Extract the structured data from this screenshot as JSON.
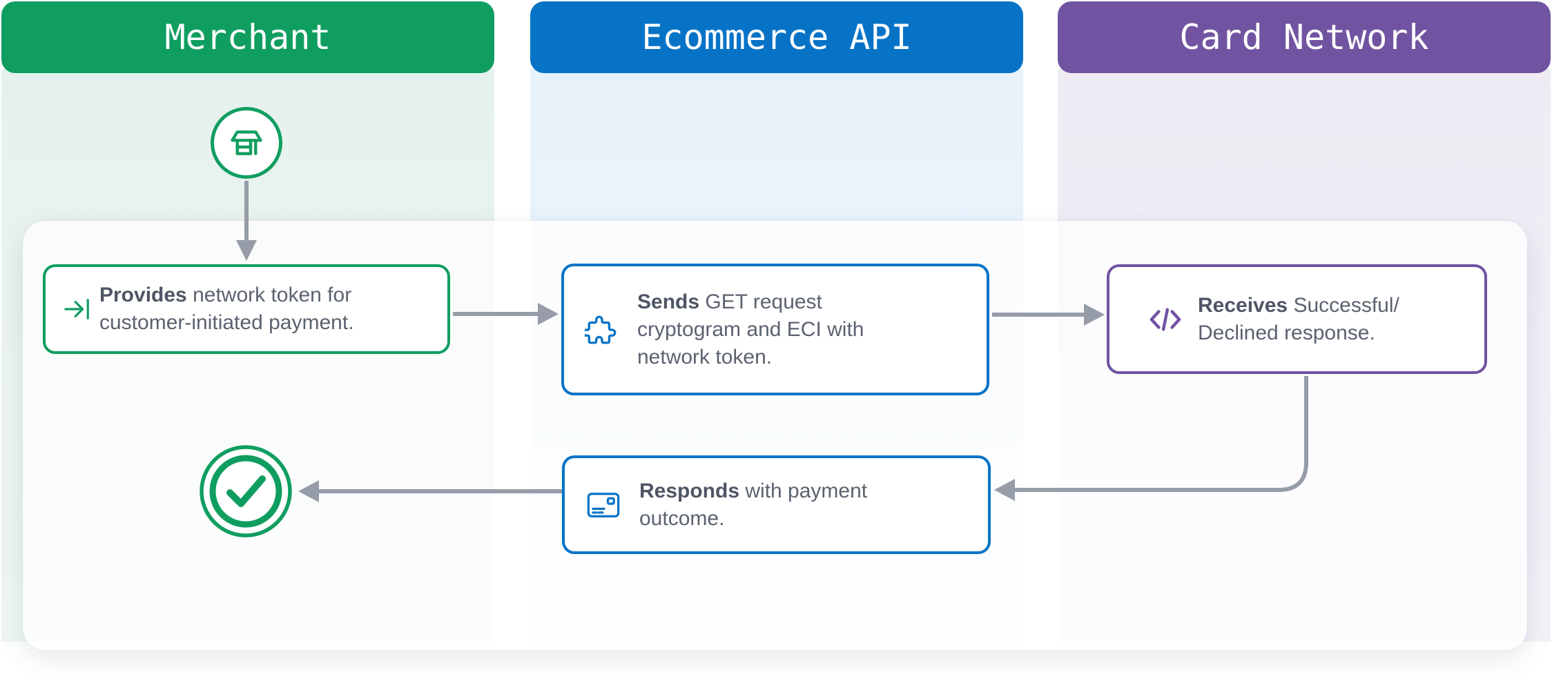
{
  "title": "Network token payment flow diagram",
  "colors": {
    "merchant_green": "#109e60",
    "ecommerce_blue": "#0773c6",
    "card_network_purple": "#7152a3",
    "merchant_tint": "#e7f2ee",
    "ecommerce_tint": "#e9f3fc",
    "card_network_tint": "#efecf5",
    "arrow_gray": "#969ca8",
    "text_gray": "#5b626f"
  },
  "lanes": [
    {
      "id": "merchant",
      "label": "Merchant"
    },
    {
      "id": "ecommerce-api",
      "label": "Ecommerce API"
    },
    {
      "id": "card-network",
      "label": "Card Network"
    }
  ],
  "flow": {
    "start_icon": "storefront-icon",
    "end_icon": "check-circle-icon",
    "steps": [
      {
        "id": "provides",
        "lane": "Merchant",
        "icon": "enter-arrow-icon",
        "lead": "Provides",
        "rest": " network token for\ncustomer-initiated payment."
      },
      {
        "id": "sends",
        "lane": "Ecommerce API",
        "icon": "puzzle-icon",
        "lead": "Sends",
        "rest": " GET request\ncryptogram and ECI with\nnetwork token."
      },
      {
        "id": "receives",
        "lane": "Card Network",
        "icon": "code-icon",
        "lead": "Receives",
        "rest": " Successful/\nDeclined response."
      },
      {
        "id": "responds",
        "lane": "Ecommerce API",
        "icon": "credit-card-icon",
        "lead": "Responds",
        "rest": " with payment\noutcome."
      }
    ]
  }
}
